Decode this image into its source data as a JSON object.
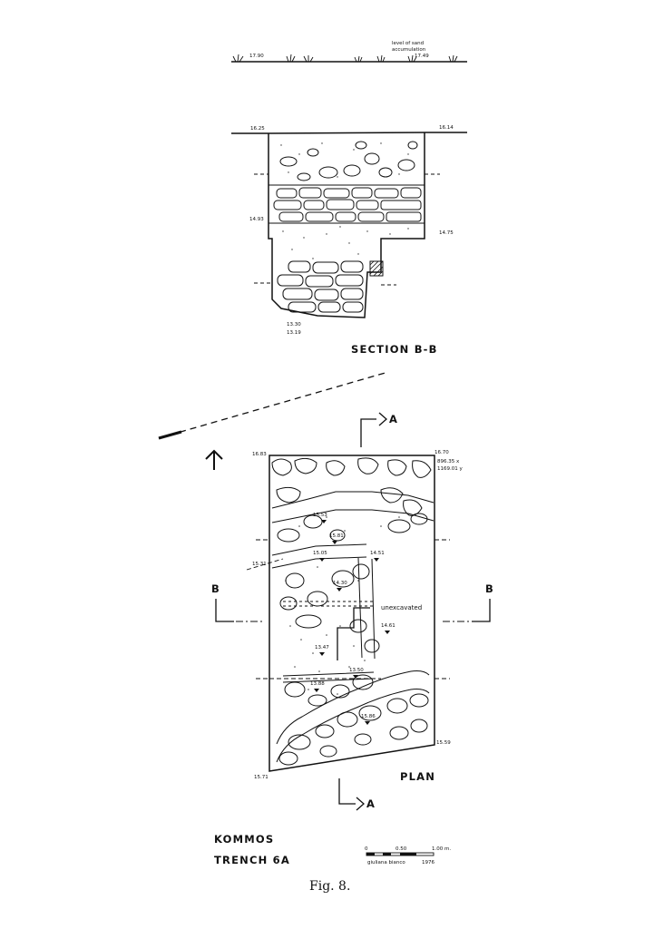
{
  "surface": {
    "note_line1": "level of sand",
    "note_line2": "accumulation",
    "elev_left": "17.90",
    "elev_right": "17.49"
  },
  "section": {
    "title": "SECTION B-B",
    "elev_top_left": "16.25",
    "elev_top_right": "16.14",
    "elev_mid_left": "14.93",
    "elev_mid_right": "14.75",
    "elev_bottom_1": "13.30",
    "elev_bottom_2": "13.19"
  },
  "plan": {
    "title": "PLAN",
    "unexcavated": "unexcavated",
    "north_marker": "A",
    "south_marker": "A",
    "west_marker": "B",
    "east_marker": "B",
    "corner_nw": "16.83",
    "corner_ne": "16.70",
    "coord_x": "896.35 x",
    "coord_y": "1169.01 y",
    "left_edge": "15.31",
    "corner_sw": "15.71",
    "corner_se": "15.59",
    "spot_elevations": [
      "15.53",
      "15.81",
      "15.05",
      "14.51",
      "14.30",
      "14.61",
      "13.47",
      "13.88",
      "13.50",
      "15.86"
    ]
  },
  "title_block": {
    "site": "KOMMOS",
    "trench": "TRENCH 6A",
    "scale_zero": "0",
    "scale_mid": "0.50",
    "scale_end": "1.00 m.",
    "draftsman": "giuliana bianco",
    "year": "1976"
  },
  "caption": "Fig. 8."
}
